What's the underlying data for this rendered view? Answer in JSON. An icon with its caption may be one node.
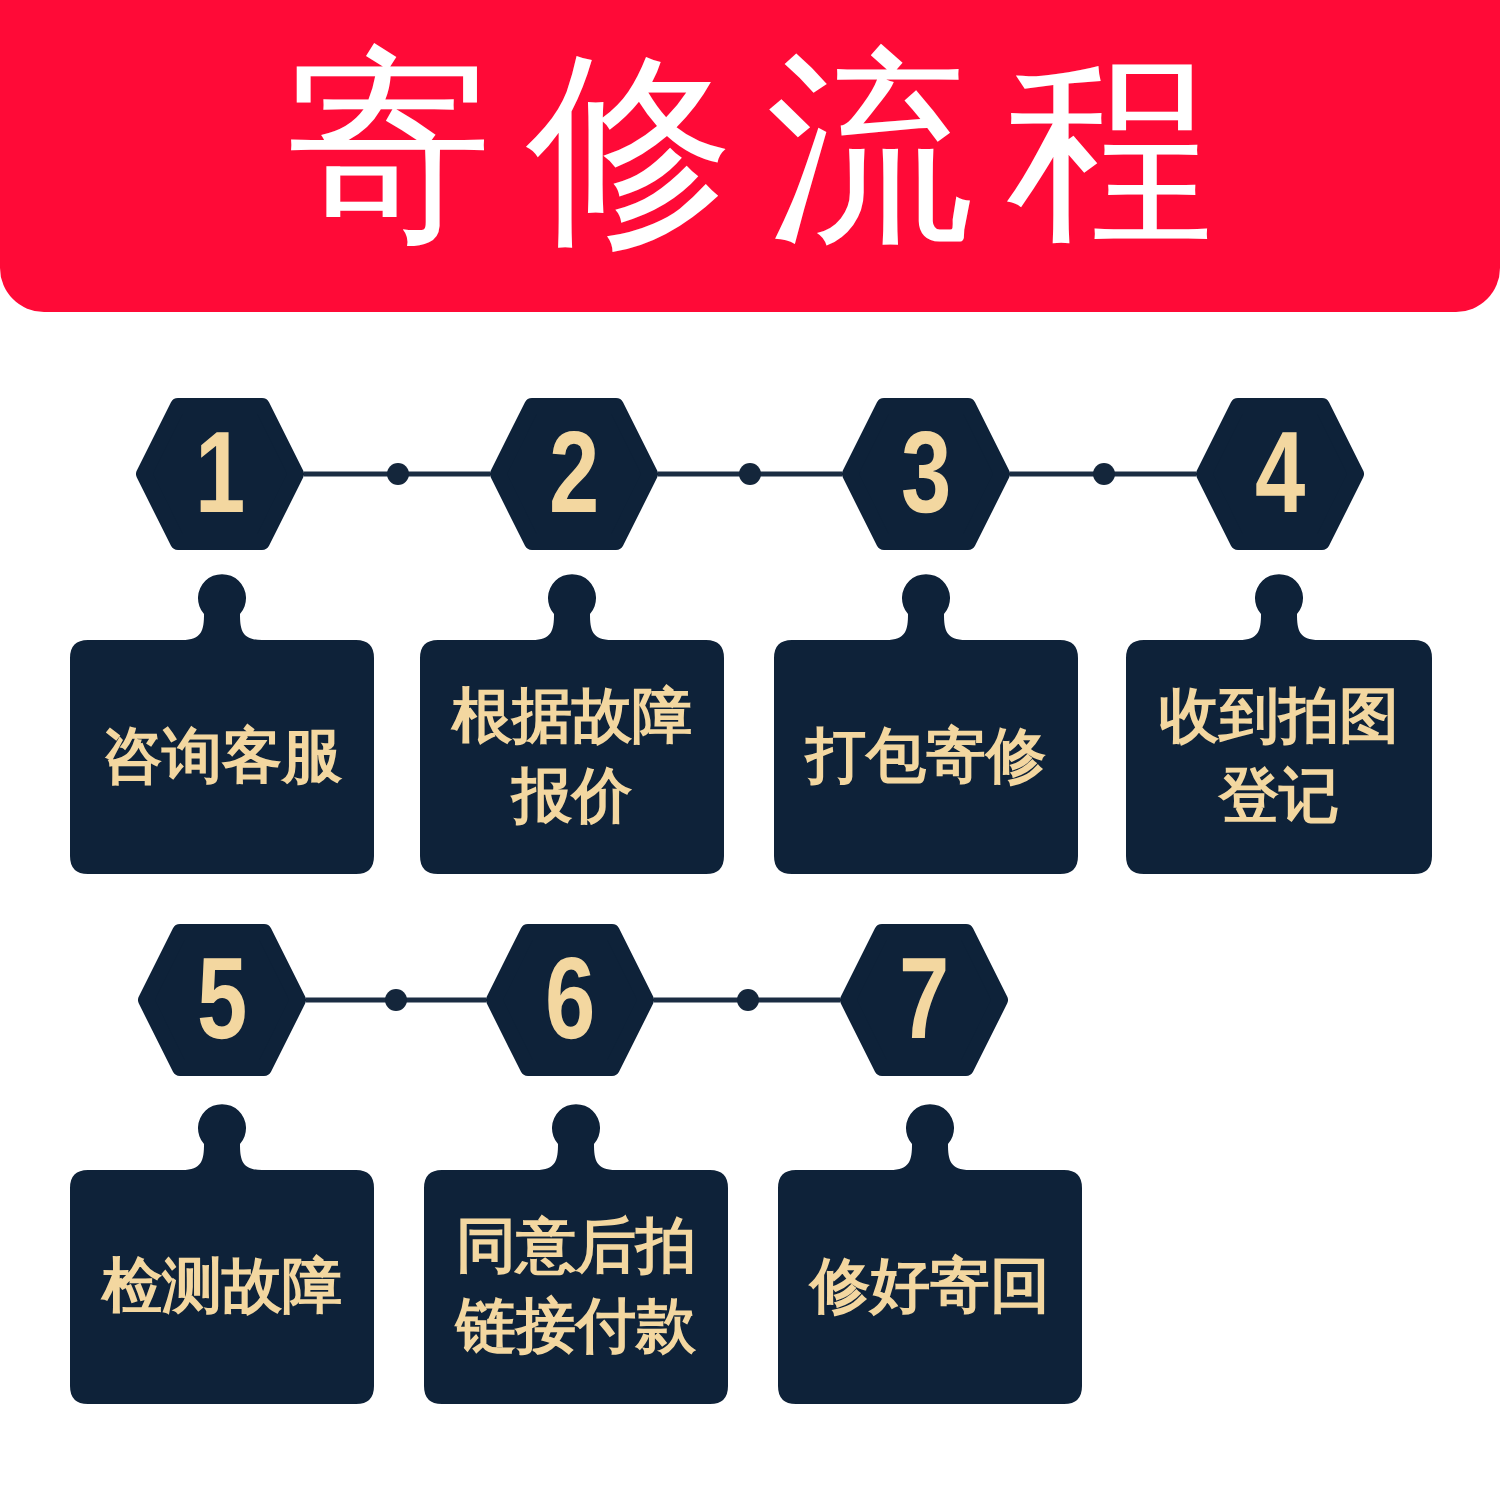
{
  "diagram": {
    "title": "寄修流程",
    "nodes": [
      {
        "text": [
          "1"
        ]
      },
      {
        "text": [
          "咨询客服"
        ]
      },
      {
        "text": [
          "2"
        ]
      },
      {
        "text": [
          "根据故障报价"
        ]
      },
      {
        "text": [
          "3"
        ]
      },
      {
        "text": [
          "打包寄修"
        ]
      },
      {
        "text": [
          "4"
        ]
      },
      {
        "text": [
          "收到拍图登记"
        ]
      },
      {
        "text": [
          "5"
        ]
      },
      {
        "text": [
          "检测故障"
        ]
      },
      {
        "text": [
          "6"
        ]
      },
      {
        "text": [
          "同意后拍链接付款"
        ]
      },
      {
        "text": [
          "7"
        ]
      },
      {
        "text": [
          "修好寄回"
        ]
      }
    ],
    "edges": [
      {
        "from": 0,
        "to": 2,
        "arrow": "none"
      },
      {
        "from": 2,
        "to": 4,
        "arrow": "none"
      },
      {
        "from": 4,
        "to": 6,
        "arrow": "none"
      },
      {
        "from": 8,
        "to": 10,
        "arrow": "none"
      },
      {
        "from": 10,
        "to": 12,
        "arrow": "none"
      }
    ]
  }
}
